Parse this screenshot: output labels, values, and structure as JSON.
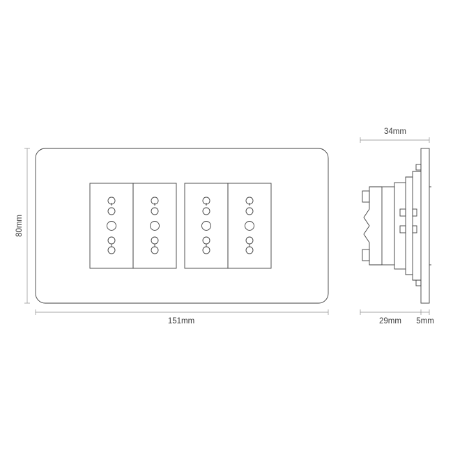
{
  "dimensions": {
    "width": "151mm",
    "height": "80mm",
    "side_total_depth": "34mm",
    "side_body_depth": "29mm",
    "side_plate_depth": "5mm"
  },
  "front_view": {
    "socket_module_count": 4,
    "socket_groups": 2
  }
}
